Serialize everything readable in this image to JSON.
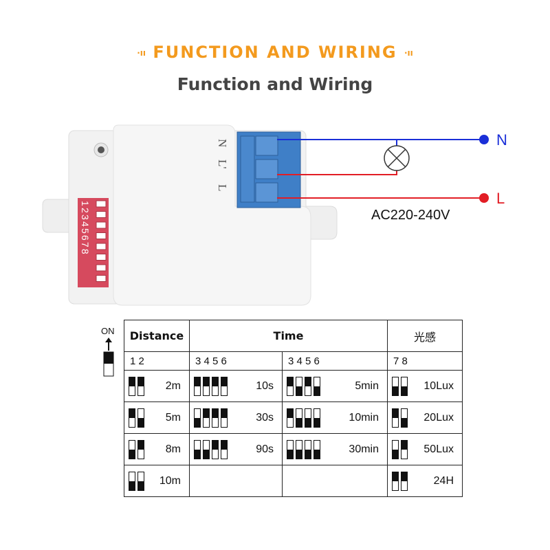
{
  "header": {
    "banner_title": "FUNCTION AND WIRING",
    "banner_deco": "·ıı",
    "subtitle": "Function and Wiring"
  },
  "device": {
    "terminal_labels": [
      "N",
      "L'",
      "L"
    ],
    "dip_numbers": "12345678",
    "colors": {
      "case": "#f2f2f2",
      "terminal": "#3f7fc7",
      "dip": "#d64a5e"
    }
  },
  "wiring": {
    "neutral_label": "N",
    "live_label": "L",
    "voltage_label": "AC220-240V",
    "colors": {
      "neutral": "#1a2fd8",
      "live": "#e21d25"
    }
  },
  "dip_table": {
    "on_label": "ON",
    "headers": {
      "distance": "Distance",
      "time": "Time",
      "light": "光感"
    },
    "pins": {
      "distance": "1 2",
      "time_a": "3 4 5 6",
      "time_b": "3 4 5 6",
      "light": "7 8"
    },
    "distance": [
      {
        "value": "2m",
        "switches": [
          1,
          1
        ]
      },
      {
        "value": "5m",
        "switches": [
          1,
          0
        ]
      },
      {
        "value": "8m",
        "switches": [
          0,
          1
        ]
      },
      {
        "value": "10m",
        "switches": [
          0,
          0
        ]
      }
    ],
    "time_a": [
      {
        "value": "10s",
        "switches": [
          1,
          1,
          1,
          1
        ]
      },
      {
        "value": "30s",
        "switches": [
          0,
          1,
          1,
          1
        ]
      },
      {
        "value": "90s",
        "switches": [
          0,
          0,
          1,
          1
        ]
      }
    ],
    "time_b": [
      {
        "value": "5min",
        "switches": [
          1,
          0,
          1,
          0
        ]
      },
      {
        "value": "10min",
        "switches": [
          1,
          0,
          0,
          0
        ]
      },
      {
        "value": "30min",
        "switches": [
          0,
          0,
          0,
          0
        ]
      }
    ],
    "light": [
      {
        "value": "10Lux",
        "switches": [
          0,
          0
        ]
      },
      {
        "value": "20Lux",
        "switches": [
          1,
          0
        ]
      },
      {
        "value": "50Lux",
        "switches": [
          0,
          1
        ]
      },
      {
        "value": "24H",
        "switches": [
          1,
          1
        ]
      }
    ]
  }
}
